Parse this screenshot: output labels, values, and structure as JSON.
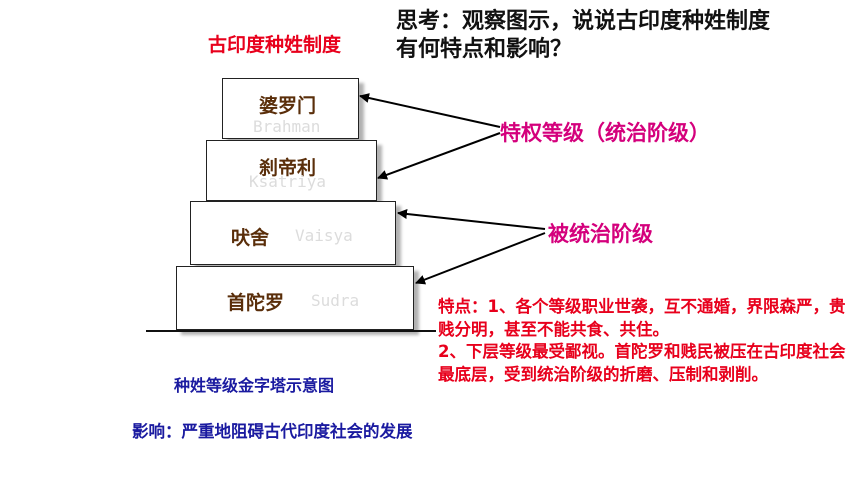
{
  "diagram": {
    "title": "古印度种姓制度",
    "question": "思考：观察图示，说说古印度种姓制度有何特点和影响？",
    "tiers": [
      {
        "name_cn": "婆罗门",
        "name_en": "Brahman"
      },
      {
        "name_cn": "刹帝利",
        "name_en": "Ksatriya"
      },
      {
        "name_cn": "吠舍",
        "name_en": "Vaisya"
      },
      {
        "name_cn": "首陀罗",
        "name_en": "Sudra"
      }
    ],
    "labels": {
      "privileged": "特权等级（统治阶级）",
      "ruled": "被统治阶级"
    },
    "features": [
      "特点：1、各个等级职业世袭，互不通婚，界限森严，贵贱分明，甚至不能共食、共住。",
      "2、下层等级最受鄙视。首陀罗和贱民被压在古印度社会最底层，受到统治阶级的折磨、压制和剥削。"
    ],
    "caption": "种姓等级金字塔示意图",
    "impact": "影响：严重地阻碍古代印度社会的发展",
    "colors": {
      "title": "#e8001c",
      "labels": "#d4007c",
      "caption": "#1a1aa0",
      "features": "#e8001c"
    }
  }
}
